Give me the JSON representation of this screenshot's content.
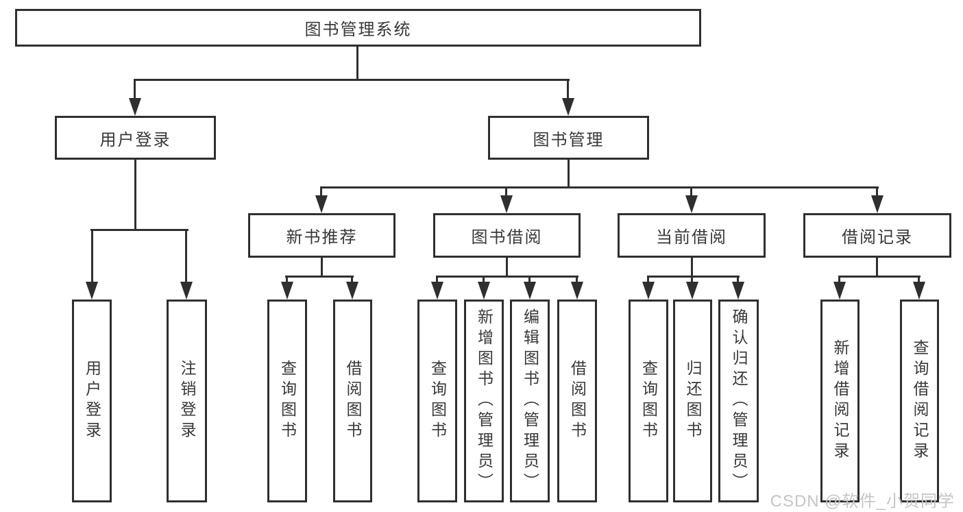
{
  "nodes": {
    "root": "图书管理系统",
    "user_login": "用户登录",
    "book_mgmt": "图书管理",
    "new_book": "新书推荐",
    "book_borrow": "图书借阅",
    "current_borrow": "当前借阅",
    "borrow_records": "借阅记录",
    "leaf_user_login": "用户登录",
    "leaf_logout": "注销登录",
    "leaf_nb_query": "查询图书",
    "leaf_nb_borrow": "借阅图书",
    "leaf_bb_query": "查询图书",
    "leaf_bb_add": "新增图书（管理员）",
    "leaf_bb_edit": "编辑图书（管理员）",
    "leaf_bb_borrow": "借阅图书",
    "leaf_cb_query": "查询图书",
    "leaf_cb_return": "归还图书",
    "leaf_cb_confirm": "确认归还（管理员）",
    "leaf_br_add": "新增借阅记录",
    "leaf_br_query": "查询借阅记录"
  },
  "watermark": "CSDN @软件_小贺同学",
  "colors": {
    "line": "#2f2f2f",
    "text": "#383838",
    "watermark": "#c5c5c5",
    "background": "#ffffff"
  }
}
